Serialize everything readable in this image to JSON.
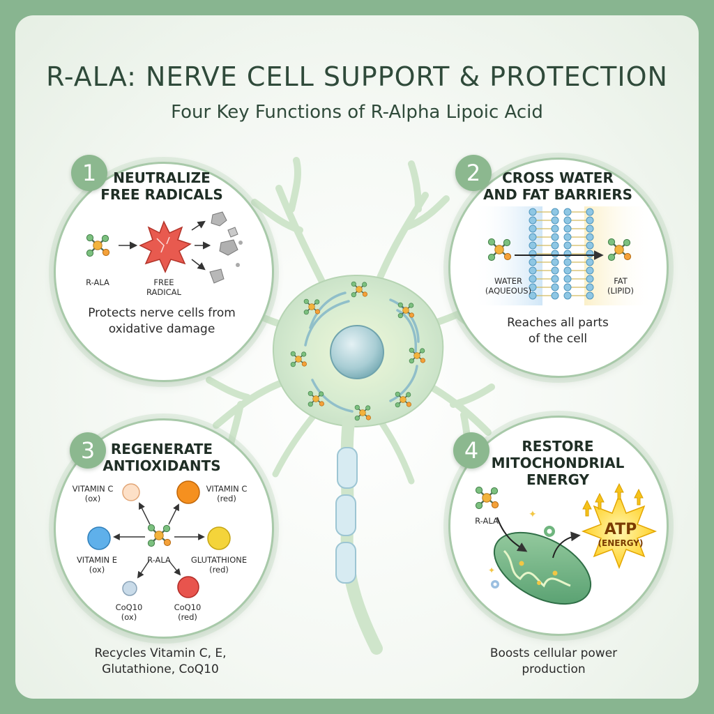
{
  "title": "R-ALA: NERVE CELL SUPPORT & PROTECTION",
  "subtitle": "Four Key Functions of R-Alpha Lipoic Acid",
  "colors": {
    "frame": "#88b590",
    "badge": "#8cb88f",
    "title": "#2f4a3a",
    "neuron": "#d2e8cf"
  },
  "panels": [
    {
      "number": "1",
      "heading_line1": "NEUTRALIZE",
      "heading_line2": "FREE RADICALS",
      "labels": {
        "molecule": "R-ALA",
        "radical_line1": "FREE",
        "radical_line2": "RADICAL"
      },
      "desc_line1": "Protects nerve cells from",
      "desc_line2": "oxidative damage"
    },
    {
      "number": "2",
      "heading_line1": "CROSS WATER",
      "heading_line2": "AND FAT BARRIERS",
      "labels": {
        "water_line1": "WATER",
        "water_line2": "(AQUEOUS)",
        "fat_line1": "FAT",
        "fat_line2": "(LIPID)"
      },
      "desc_line1": "Reaches all parts",
      "desc_line2": "of the cell"
    },
    {
      "number": "3",
      "heading_line1": "REGENERATE",
      "heading_line2": "ANTIOXIDANTS",
      "labels": {
        "vitc_ox_line1": "VITAMIN C",
        "vitc_ox_line2": "(ox)",
        "vitc_red_line1": "VITAMIN C",
        "vitc_red_line2": "(red)",
        "vite_line1": "VITAMIN E",
        "vite_line2": "(ox)",
        "center": "R-ALA",
        "glut_line1": "GLUTATHIONE",
        "glut_line2": "(red)",
        "coq_ox_line1": "CoQ10",
        "coq_ox_line2": "(ox)",
        "coq_red_line1": "CoQ10",
        "coq_red_line2": "(red)"
      },
      "desc_line1": "Recycles Vitamin C, E,",
      "desc_line2": "Glutathione, CoQ10"
    },
    {
      "number": "4",
      "heading_line1": "RESTORE",
      "heading_line2": "MITOCHONDRIAL",
      "heading_line3": "ENERGY",
      "labels": {
        "molecule": "R-ALA",
        "atp": "ATP",
        "energy": "(ENERGY)"
      },
      "desc_line1": "Boosts cellular power",
      "desc_line2": "production"
    }
  ],
  "icons": {
    "molecule": "r-ala-molecule-icon",
    "radical": "free-radical-burst-icon",
    "membrane": "lipid-bilayer-icon",
    "mitochondrion": "mitochondrion-icon",
    "atp": "atp-starburst-icon",
    "gear": "gear-icon",
    "neuron": "neuron-illustration"
  }
}
